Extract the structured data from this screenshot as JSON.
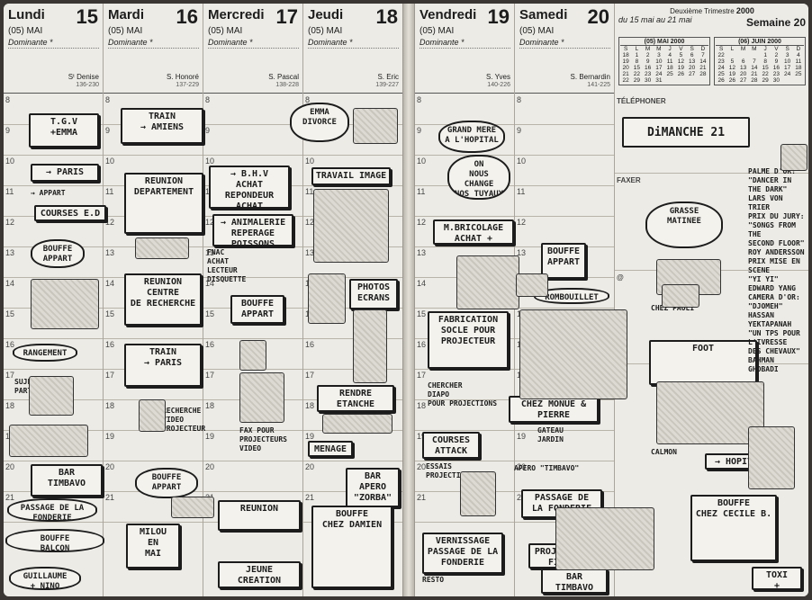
{
  "hours": [
    "8",
    "9",
    "10",
    "11",
    "12",
    "13",
    "14",
    "15",
    "16",
    "17",
    "18",
    "19",
    "20",
    "21"
  ],
  "left_days": [
    {
      "name": "Lundi",
      "num": "15",
      "month": "(05) MAI",
      "dominante": "Dominante *",
      "saint": "Sᵗ Denise",
      "code": "136-230"
    },
    {
      "name": "Mardi",
      "num": "16",
      "month": "(05) MAI",
      "dominante": "Dominante *",
      "saint": "S. Honoré",
      "code": "137-229"
    },
    {
      "name": "Mercredi",
      "num": "17",
      "month": "(05) MAI",
      "dominante": "Dominante *",
      "saint": "S. Pascal",
      "code": "138-228"
    },
    {
      "name": "Jeudi",
      "num": "18",
      "month": "(05) MAI",
      "dominante": "Dominante *",
      "saint": "S. Eric",
      "code": "139-227"
    }
  ],
  "right_days": [
    {
      "name": "Vendredi",
      "num": "19",
      "month": "(05) MAI",
      "dominante": "Dominante *",
      "saint": "S. Yves",
      "code": "140-226"
    },
    {
      "name": "Samedi",
      "num": "20",
      "month": "(05) MAI",
      "dominante": "Dominante *",
      "saint": "S. Bernardin",
      "code": "141-225"
    }
  ],
  "calendar": {
    "trimester": "Deuxième Trimestre",
    "year": "2000",
    "range": "du 15 mai au 21 mai",
    "week": "Semaine 20",
    "may_title": "(05) MAI 2000",
    "june_title": "(06) JUIN 2000",
    "headers": [
      "S",
      "L",
      "M",
      "M",
      "J",
      "V",
      "S",
      "D"
    ],
    "may_rows": [
      [
        "18",
        "1",
        "2",
        "3",
        "4",
        "5",
        "6",
        "7"
      ],
      [
        "19",
        "8",
        "9",
        "10",
        "11",
        "12",
        "13",
        "14"
      ],
      [
        "20",
        "15",
        "16",
        "17",
        "18",
        "19",
        "20",
        "21"
      ],
      [
        "21",
        "22",
        "23",
        "24",
        "25",
        "26",
        "27",
        "28"
      ],
      [
        "22",
        "29",
        "30",
        "31",
        "",
        "",
        "",
        ""
      ]
    ],
    "june_rows": [
      [
        "22",
        "",
        "",
        "",
        "1",
        "2",
        "3",
        "4"
      ],
      [
        "23",
        "5",
        "6",
        "7",
        "8",
        "9",
        "10",
        "11"
      ],
      [
        "24",
        "12",
        "13",
        "14",
        "15",
        "16",
        "17",
        "18"
      ],
      [
        "25",
        "19",
        "20",
        "21",
        "22",
        "23",
        "24",
        "25"
      ],
      [
        "26",
        "26",
        "27",
        "28",
        "29",
        "30",
        "",
        ""
      ]
    ]
  },
  "labels": {
    "telephoner": "TÉLÉPHONER",
    "faxer": "FAXER",
    "at": "@"
  },
  "sunday": {
    "title": "DiMANCHE 21"
  },
  "sketches": {
    "tgv": "T.G.V\n+EMMA",
    "paris1": "→ PARIS",
    "appart1": "→ APPART",
    "courses": "COURSES E.D",
    "bouffe1": "BOUFFE\nAPPART",
    "rangement": "RANGEMENT",
    "sujet": "SUJET\nPARTIEL",
    "bar1": "BAR\nTIMBAVO",
    "fonderie1": "PASSAGE DE LA\nFONDERIE",
    "bouffe2": "BOUFFE\nBALCON",
    "guillaume": "GUILLAUME\n+ NINO",
    "train1": "TRAIN\n→ AMIENS",
    "reunion1": "REUNION\nDEPARTEMENT",
    "reunion2": "REUNION\nCENTRE\nDE RECHERCHE",
    "train2": "TRAIN\n→ PARIS",
    "recherche": "RECHERCHE\nVIDEO\nPROJECTEUR",
    "bouffe3": "BOUFFE\nAPPART",
    "milou": "MILOU\nEN\nMAI",
    "bhv": "→ B.H.V\nACHAT REPONDEUR\nACHAT SYLICONE",
    "animal": "→ ANIMALERIE\nREPERAGE POISSONS",
    "fnac": "FNAC\nACHAT\nLECTEUR DISQUETTE",
    "bouffe4": "BOUFFE\nAPPART",
    "fax": "FAX POUR\nPROJECTEURS\nVIDEO",
    "reunion3": "REUNION",
    "jeune": "JEUNE CREATION",
    "emma": "EMMA\nDIVORCE",
    "travail": "TRAVAIL IMAGE",
    "photos": "PHOTOS\nECRANS",
    "miroir": "RENDRE ETANCHE\nMIROIR",
    "menage": "MENAGE",
    "bar2": "BAR\nAPERO\n\"ZORBA\"",
    "bouffe5": "BOUFFE\nCHEZ DAMIEN",
    "grandmere": "GRAND MERE\nA L'HOPITAL",
    "change": "ON\nNOUS\nCHANGE\nNOS TUYAUX",
    "bricolage": "M.BRICOLAGE\nACHAT + DECOUPE BOIS",
    "bouffe6": "BOUFFE\nAPPART",
    "fabrication": "FABRICATION\nSOCLE POUR\nPROJECTEUR",
    "diapo": "CHERCHER\nDIAPO\nPOUR PROJECTIONS",
    "courses2": "COURSES\nATTACK",
    "essais": "ESSAIS\nPROJECTION",
    "vernissage": "VERNISSAGE\nPASSAGE DE LA\nFONDERIE",
    "resto": "RESTO",
    "rambouillet": "ROMBOUILLET",
    "brocante": "CHEZ MONUE &\nPIERRE",
    "gateau": "GATEAU\nJARDIN",
    "apero": "APERO \"TIMBAVO\"",
    "fonderie2": "PASSAGE DE\nLA FONDERIE",
    "projection": "PROJECTION\nFILMS",
    "bar3": "BAR\nTIMBAVO",
    "grasse": "GRASSE\nMATINEE",
    "paoli": "CHEZ PAOLI",
    "foot": "FOOT",
    "hopital": "→ HOPITAL",
    "calmon": "CALMON",
    "bouffe7": "BOUFFE\nCHEZ CECILE B.",
    "palmes": "PALME D'OR:\n\"DANCER IN THE DARK\"\nLARS VON TRIER\nPRIX DU JURY:\n\"SONGS FROM THE\nSECOND FLOOR\"\nROY ANDERSSON\nPRIX MISE EN SCENE\n\"YI YI\" EDWARD YANG\nCAMERA D'OR:\n\"DJOMEH\" HASSAN\nYEKTAPANAH\n\"UN TPS POUR L'IVRESSE\nDES CHEVAUX\"\nBAHMAN GHOBADI",
    "toxi": "TOXI\n+ APPART"
  }
}
